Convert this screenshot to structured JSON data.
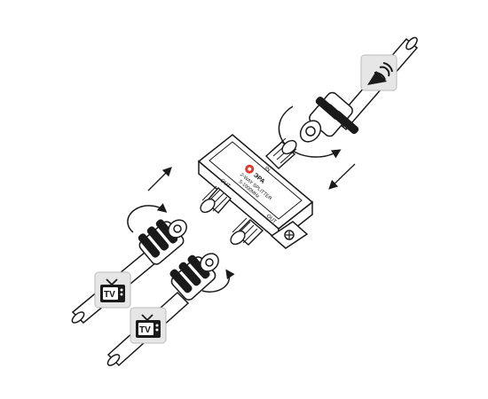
{
  "device": {
    "brand": "ЭРА",
    "model": "2-WAY SPLITTER",
    "freq": "5-1000MHz",
    "port_in": "IN",
    "port_out1": "OUT",
    "port_out2": "OUT"
  },
  "icons": {
    "source": "satellite-dish-icon",
    "tv1_text": "TV",
    "tv2_text": "TV"
  },
  "colors": {
    "line": "#1a1a1a",
    "icon_bg": "#e6e6e6",
    "logo_red": "#e03a2f"
  }
}
